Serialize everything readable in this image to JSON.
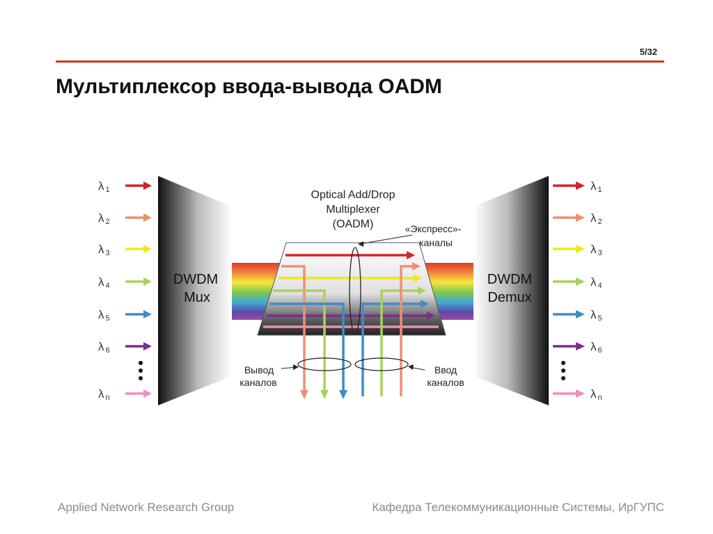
{
  "slide": {
    "page_number": "5/32",
    "title": "Мультиплексор ввода-вывода OADM",
    "footer_left": "Applied Network Research Group",
    "footer_right": "Кафедра Телекоммуникационные Системы, ИрГУПС"
  },
  "diagram": {
    "mux_label": [
      "DWDM",
      "Mux"
    ],
    "demux_label": [
      "DWDM",
      "Demux"
    ],
    "oadm_title": [
      "Optical Add/Drop",
      "Multiplexer",
      "(OADM)"
    ],
    "express_label": [
      "«Экспресс»-",
      "каналы"
    ],
    "drop_label": [
      "Вывод",
      "каналов"
    ],
    "add_label": [
      "Ввод",
      "каналов"
    ],
    "channels": [
      {
        "sub": "1",
        "color": "#d6222e"
      },
      {
        "sub": "2",
        "color": "#ef8f72"
      },
      {
        "sub": "3",
        "color": "#f3e61c"
      },
      {
        "sub": "4",
        "color": "#a8d25a"
      },
      {
        "sub": "5",
        "color": "#3d8cc8"
      },
      {
        "sub": "6",
        "color": "#7a2d8c"
      },
      {
        "sub": "n",
        "color": "#f08fbf"
      }
    ]
  }
}
